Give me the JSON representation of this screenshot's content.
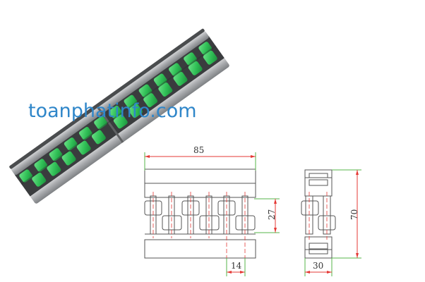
{
  "watermark": {
    "text": "toanphatinfo.com",
    "color": "#2f86c9"
  },
  "front_view": {
    "dimensions": {
      "width": "85",
      "height": "27",
      "roller_pitch": "14"
    }
  },
  "side_view": {
    "dimensions": {
      "height": "70",
      "width": "30"
    }
  },
  "colors": {
    "dimension_line": "#e53935",
    "extension_line": "#56b648",
    "roller": "#33c159",
    "rail": "#a9abae",
    "outline": "#555555"
  }
}
